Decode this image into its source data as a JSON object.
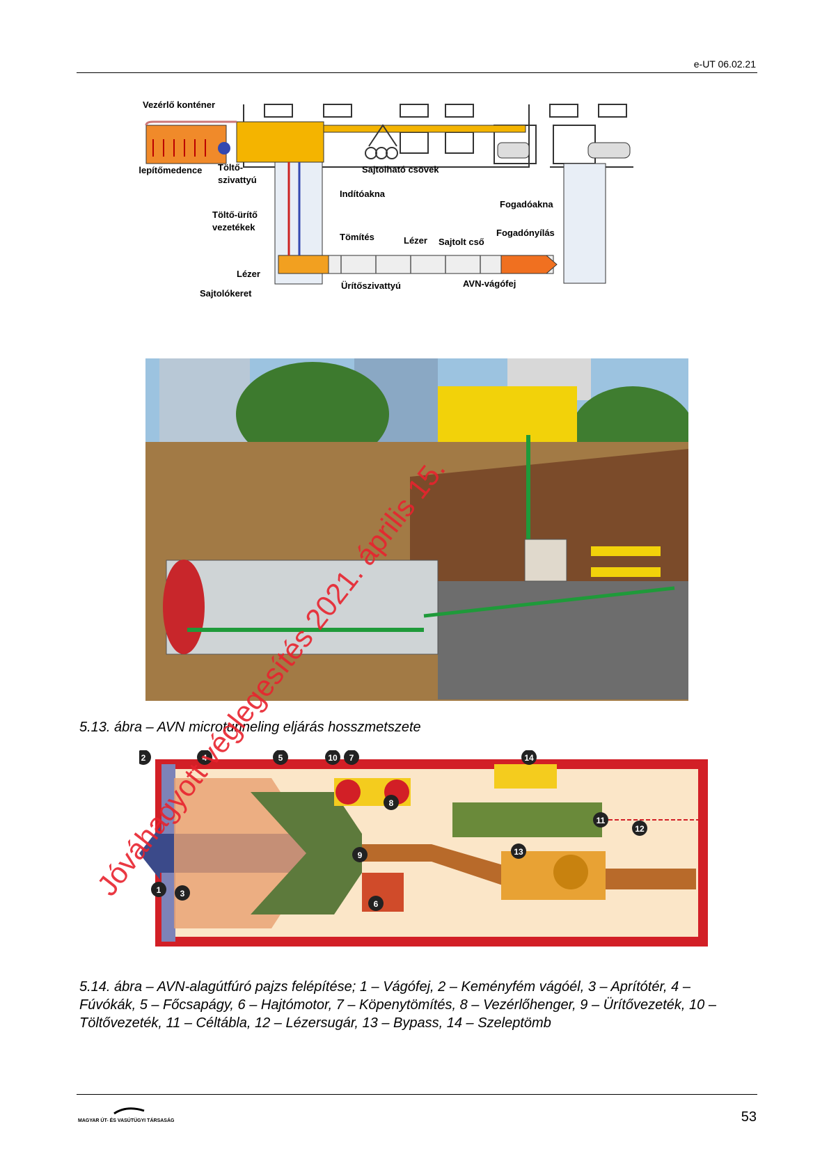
{
  "header": {
    "doc_code": "e-UT 06.02.21"
  },
  "figure1": {
    "labels": {
      "vezerlo_kontener": "Vezérlő konténer",
      "ulepito": "Ülepítőmedence",
      "tolto_szivattyu_1": "Töltő-",
      "tolto_szivattyu_2": "szivattyú",
      "sajtolhato": "Sajtolható csövek",
      "inditoakna": "Indítóakna",
      "fogadoakna": "Fogadóakna",
      "tolto_urito_1": "Töltő-ürítő",
      "tolto_urito_2": "vezetékek",
      "tomites": "Tömítés",
      "lezer_top": "Lézer",
      "sajtolt_cso": "Sajtolt cső",
      "fogadonyilas": "Fogadónyílás",
      "lezer_left": "Lézer",
      "uritoszivattyu": "Ürítőszivattyú",
      "avn_vagofej": "AVN-vágófej",
      "sajtolokeret": "Sajtolókeret"
    }
  },
  "caption1": "5.13. ábra – AVN microtunneling eljárás hosszmetszete",
  "figure3": {
    "markers": [
      "1",
      "2",
      "3",
      "4",
      "5",
      "6",
      "7",
      "8",
      "9",
      "10",
      "11",
      "12",
      "13",
      "14"
    ]
  },
  "caption2": "5.14. ábra – AVN-alagútfúró pajzs felépítése; 1 – Vágófej, 2 – Keményfém vágóél, 3 – Aprítótér, 4 – Fúvókák, 5 – Főcsapágy, 6 – Hajtómotor, 7 – Köpenytömítés, 8 – Vezérlőhenger, 9 – Ürítővezeték, 10 – Töltővezeték, 11 – Céltábla, 12 – Lézersugár, 13 – Bypass, 14 – Szeleptömb",
  "footer": {
    "org": "MAGYAR ÚT- ÉS VASÚTÜGYI TÁRSASÁG",
    "page_number": "53"
  },
  "watermark": "Jóváhagyott véglegesítés 2021. április 15."
}
